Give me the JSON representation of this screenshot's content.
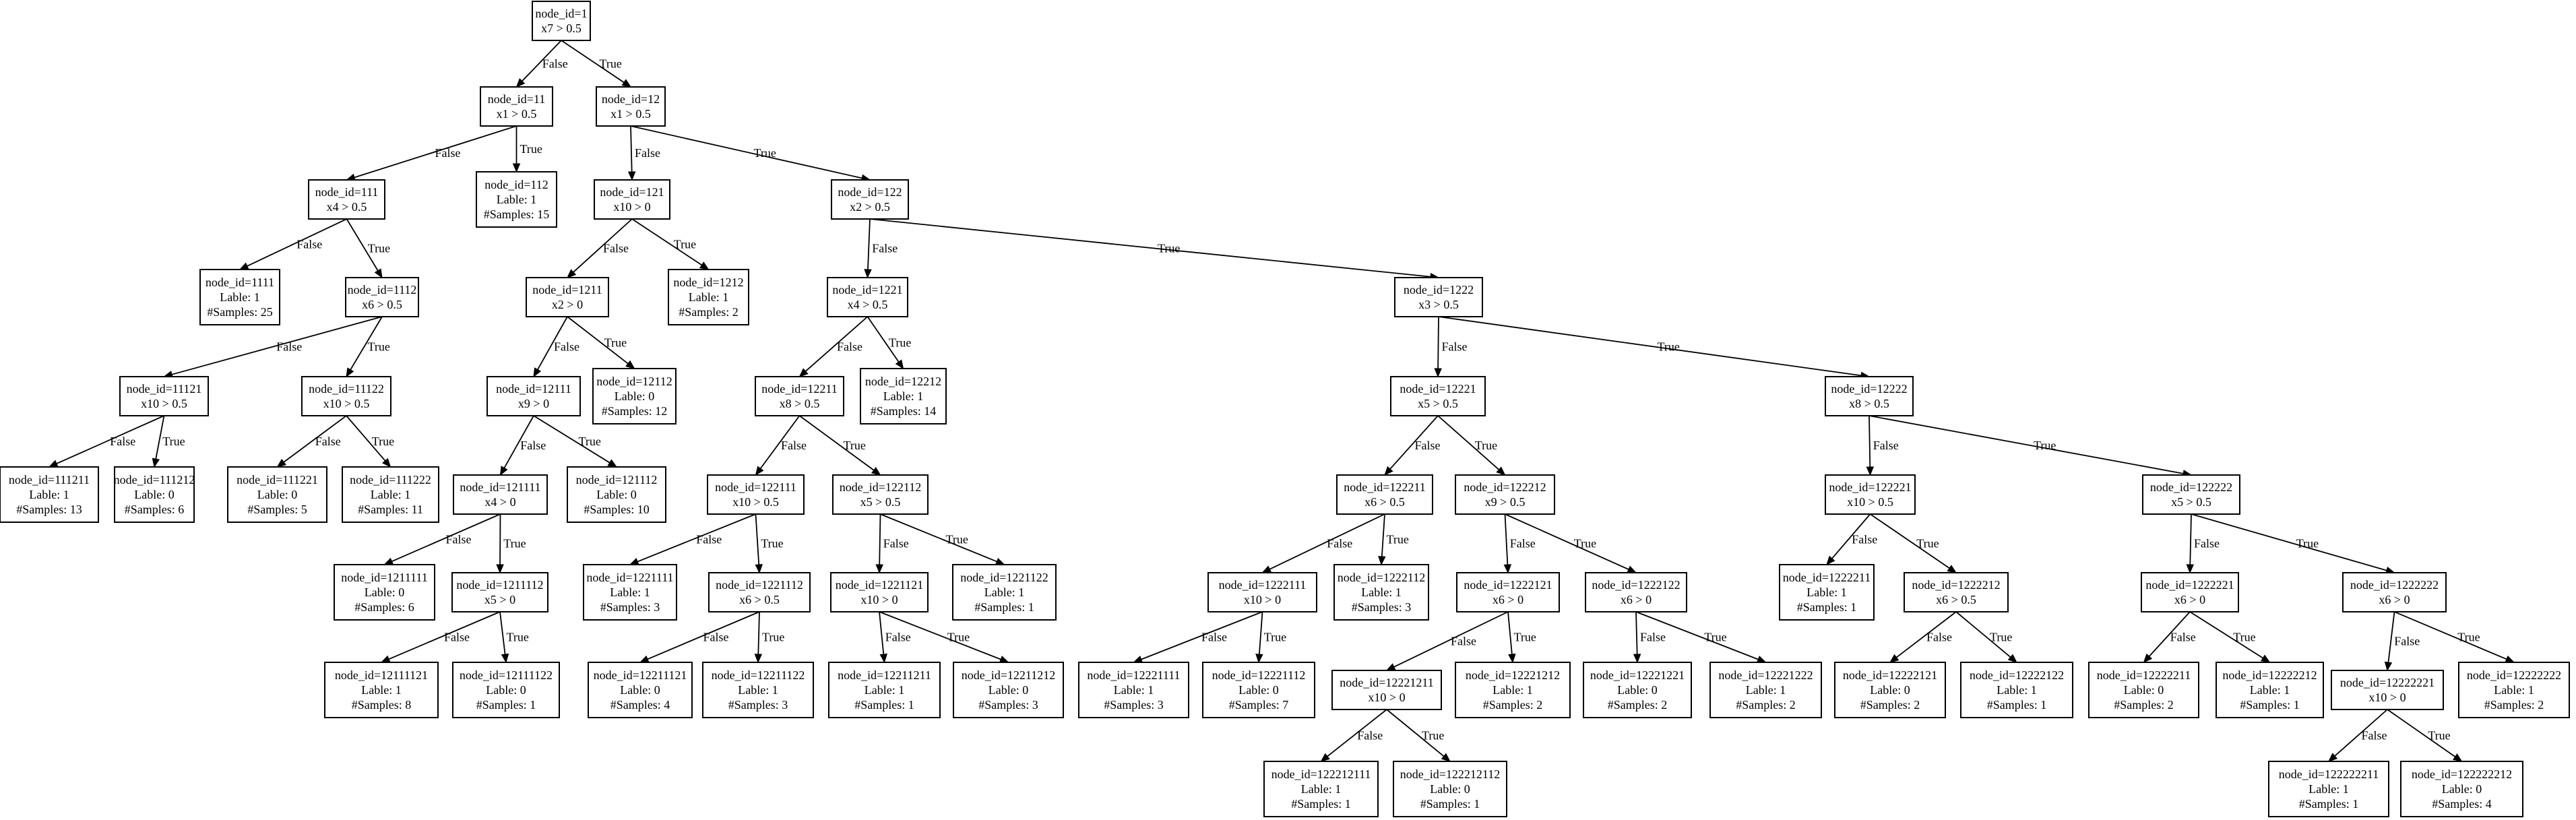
{
  "nodes": {
    "1": [
      "node_id=1",
      "x7 > 0.5"
    ],
    "11": [
      "node_id=11",
      "x1 > 0.5"
    ],
    "12": [
      "node_id=12",
      "x1 > 0.5"
    ],
    "111": [
      "node_id=111",
      "x4 > 0.5"
    ],
    "112": [
      "node_id=112",
      "Lable: 1",
      "#Samples: 15"
    ],
    "121": [
      "node_id=121",
      "x10 > 0"
    ],
    "122": [
      "node_id=122",
      "x2 > 0.5"
    ],
    "1111": [
      "node_id=1111",
      "Lable: 1",
      "#Samples: 25"
    ],
    "1112": [
      "node_id=1112",
      "x6 > 0.5"
    ],
    "1211": [
      "node_id=1211",
      "x2 > 0"
    ],
    "1212": [
      "node_id=1212",
      "Lable: 1",
      "#Samples: 2"
    ],
    "1221": [
      "node_id=1221",
      "x4 > 0.5"
    ],
    "1222": [
      "node_id=1222",
      "x3 > 0.5"
    ],
    "11121": [
      "node_id=11121",
      "x10 > 0.5"
    ],
    "11122": [
      "node_id=11122",
      "x10 > 0.5"
    ],
    "12111": [
      "node_id=12111",
      "x9 > 0"
    ],
    "12112": [
      "node_id=12112",
      "Lable: 0",
      "#Samples: 12"
    ],
    "12211": [
      "node_id=12211",
      "x8 > 0.5"
    ],
    "12212": [
      "node_id=12212",
      "Lable: 1",
      "#Samples: 14"
    ],
    "12221": [
      "node_id=12221",
      "x5 > 0.5"
    ],
    "12222": [
      "node_id=12222",
      "x8 > 0.5"
    ],
    "111211": [
      "node_id=111211",
      "Lable: 1",
      "#Samples: 13"
    ],
    "111212": [
      "node_id=111212",
      "Lable: 0",
      "#Samples: 6"
    ],
    "111221": [
      "node_id=111221",
      "Lable: 0",
      "#Samples: 5"
    ],
    "111222": [
      "node_id=111222",
      "Lable: 1",
      "#Samples: 11"
    ],
    "121111": [
      "node_id=121111",
      "x4 > 0"
    ],
    "121112": [
      "node_id=121112",
      "Lable: 0",
      "#Samples: 10"
    ],
    "122111": [
      "node_id=122111",
      "x10 > 0.5"
    ],
    "122112": [
      "node_id=122112",
      "x5 > 0.5"
    ],
    "122211": [
      "node_id=122211",
      "x6 > 0.5"
    ],
    "122212": [
      "node_id=122212",
      "x9 > 0.5"
    ],
    "122221": [
      "node_id=122221",
      "x10 > 0.5"
    ],
    "122222": [
      "node_id=122222",
      "x5 > 0.5"
    ],
    "1211111": [
      "node_id=1211111",
      "Lable: 0",
      "#Samples: 6"
    ],
    "1211112": [
      "node_id=1211112",
      "x5 > 0"
    ],
    "1221111": [
      "node_id=1221111",
      "Lable: 1",
      "#Samples: 3"
    ],
    "1221112": [
      "node_id=1221112",
      "x6 > 0.5"
    ],
    "1221121": [
      "node_id=1221121",
      "x10 > 0"
    ],
    "1221122": [
      "node_id=1221122",
      "Lable: 1",
      "#Samples: 1"
    ],
    "1222111": [
      "node_id=1222111",
      "x10 > 0"
    ],
    "1222112": [
      "node_id=1222112",
      "Lable: 1",
      "#Samples: 3"
    ],
    "1222121": [
      "node_id=1222121",
      "x6 > 0"
    ],
    "1222122": [
      "node_id=1222122",
      "x6 > 0"
    ],
    "1222211": [
      "node_id=1222211",
      "Lable: 1",
      "#Samples: 1"
    ],
    "1222212": [
      "node_id=1222212",
      "x6 > 0.5"
    ],
    "1222221": [
      "node_id=1222221",
      "x6 > 0"
    ],
    "1222222": [
      "node_id=1222222",
      "x6 > 0"
    ],
    "12111121": [
      "node_id=12111121",
      "Lable: 1",
      "#Samples: 8"
    ],
    "12111122": [
      "node_id=12111122",
      "Lable: 0",
      "#Samples: 1"
    ],
    "12211121": [
      "node_id=12211121",
      "Lable: 0",
      "#Samples: 4"
    ],
    "12211122": [
      "node_id=12211122",
      "Lable: 1",
      "#Samples: 3"
    ],
    "12211211": [
      "node_id=12211211",
      "Lable: 1",
      "#Samples: 1"
    ],
    "12211212": [
      "node_id=12211212",
      "Lable: 0",
      "#Samples: 3"
    ],
    "12221111": [
      "node_id=12221111",
      "Lable: 1",
      "#Samples: 3"
    ],
    "12221112": [
      "node_id=12221112",
      "Lable: 0",
      "#Samples: 7"
    ],
    "12221211": [
      "node_id=12221211",
      "x10 > 0"
    ],
    "12221212": [
      "node_id=12221212",
      "Lable: 1",
      "#Samples: 2"
    ],
    "12221221": [
      "node_id=12221221",
      "Lable: 0",
      "#Samples: 2"
    ],
    "12221222": [
      "node_id=12221222",
      "Lable: 1",
      "#Samples: 2"
    ],
    "12222121": [
      "node_id=12222121",
      "Lable: 0",
      "#Samples: 2"
    ],
    "12222122": [
      "node_id=12222122",
      "Lable: 1",
      "#Samples: 1"
    ],
    "12222211": [
      "node_id=12222211",
      "Lable: 0",
      "#Samples: 2"
    ],
    "12222212": [
      "node_id=12222212",
      "Lable: 1",
      "#Samples: 1"
    ],
    "12222221": [
      "node_id=12222221",
      "x10 > 0"
    ],
    "12222222": [
      "node_id=12222222",
      "Lable: 1",
      "#Samples: 2"
    ],
    "122212111": [
      "node_id=122212111",
      "Lable: 1",
      "#Samples: 1"
    ],
    "122212112": [
      "node_id=122212112",
      "Lable: 0",
      "#Samples: 1"
    ],
    "122222211": [
      "node_id=122222211",
      "Lable: 1",
      "#Samples: 1"
    ],
    "122222212": [
      "node_id=122222212",
      "Lable: 0",
      "#Samples: 4"
    ]
  },
  "edges": [
    [
      "1",
      "11",
      "False"
    ],
    [
      "1",
      "12",
      "True"
    ],
    [
      "11",
      "111",
      "False"
    ],
    [
      "11",
      "112",
      "True"
    ],
    [
      "12",
      "121",
      "False"
    ],
    [
      "12",
      "122",
      "True"
    ],
    [
      "111",
      "1111",
      "False"
    ],
    [
      "111",
      "1112",
      "True"
    ],
    [
      "121",
      "1211",
      "False"
    ],
    [
      "121",
      "1212",
      "True"
    ],
    [
      "122",
      "1221",
      "False"
    ],
    [
      "122",
      "1222",
      "True"
    ],
    [
      "1112",
      "11121",
      "False"
    ],
    [
      "1112",
      "11122",
      "True"
    ],
    [
      "1211",
      "12111",
      "False"
    ],
    [
      "1211",
      "12112",
      "True"
    ],
    [
      "1221",
      "12211",
      "False"
    ],
    [
      "1221",
      "12212",
      "True"
    ],
    [
      "1222",
      "12221",
      "False"
    ],
    [
      "1222",
      "12222",
      "True"
    ],
    [
      "11121",
      "111211",
      "False"
    ],
    [
      "11121",
      "111212",
      "True"
    ],
    [
      "11122",
      "111221",
      "False"
    ],
    [
      "11122",
      "111222",
      "True"
    ],
    [
      "12111",
      "121111",
      "False"
    ],
    [
      "12111",
      "121112",
      "True"
    ],
    [
      "12211",
      "122111",
      "False"
    ],
    [
      "12211",
      "122112",
      "True"
    ],
    [
      "12221",
      "122211",
      "False"
    ],
    [
      "12221",
      "122212",
      "True"
    ],
    [
      "12222",
      "122221",
      "False"
    ],
    [
      "12222",
      "122222",
      "True"
    ],
    [
      "121111",
      "1211111",
      "False"
    ],
    [
      "121111",
      "1211112",
      "True"
    ],
    [
      "122111",
      "1221111",
      "False"
    ],
    [
      "122111",
      "1221112",
      "True"
    ],
    [
      "122112",
      "1221121",
      "False"
    ],
    [
      "122112",
      "1221122",
      "True"
    ],
    [
      "122211",
      "1222111",
      "False"
    ],
    [
      "122211",
      "1222112",
      "True"
    ],
    [
      "122212",
      "1222121",
      "False"
    ],
    [
      "122212",
      "1222122",
      "True"
    ],
    [
      "122221",
      "1222211",
      "False"
    ],
    [
      "122221",
      "1222212",
      "True"
    ],
    [
      "122222",
      "1222221",
      "False"
    ],
    [
      "122222",
      "1222222",
      "True"
    ],
    [
      "1211112",
      "12111121",
      "False"
    ],
    [
      "1211112",
      "12111122",
      "True"
    ],
    [
      "1221112",
      "12211121",
      "False"
    ],
    [
      "1221112",
      "12211122",
      "True"
    ],
    [
      "1221121",
      "12211211",
      "False"
    ],
    [
      "1221121",
      "12211212",
      "True"
    ],
    [
      "1222111",
      "12221111",
      "False"
    ],
    [
      "1222111",
      "12221112",
      "True"
    ],
    [
      "1222121",
      "12221211",
      "False"
    ],
    [
      "1222121",
      "12221212",
      "True"
    ],
    [
      "1222122",
      "12221221",
      "False"
    ],
    [
      "1222122",
      "12221222",
      "True"
    ],
    [
      "1222212",
      "12222121",
      "False"
    ],
    [
      "1222212",
      "12222122",
      "True"
    ],
    [
      "1222221",
      "12222211",
      "False"
    ],
    [
      "1222221",
      "12222212",
      "True"
    ],
    [
      "1222222",
      "12222221",
      "False"
    ],
    [
      "1222222",
      "12222222",
      "True"
    ],
    [
      "12221211",
      "122212111",
      "False"
    ],
    [
      "12221211",
      "122212112",
      "True"
    ],
    [
      "12222221",
      "122222211",
      "False"
    ],
    [
      "12222221",
      "122222212",
      "True"
    ]
  ]
}
